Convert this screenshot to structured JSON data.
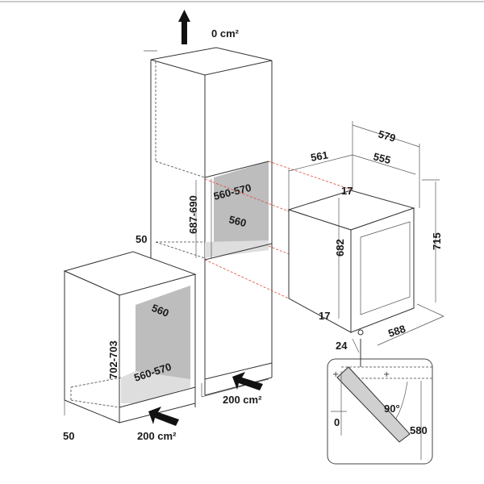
{
  "diagram": {
    "top_vent": "0 cm²",
    "tall_cabinet": {
      "niche_height": "687-690",
      "niche_depth": "560-570",
      "niche_width": "560",
      "side_gap": "50"
    },
    "base_cabinet": {
      "niche_width": "560",
      "niche_depth": "560-570",
      "niche_height": "702-703",
      "plinth_gap": "50",
      "bottom_vent": "200 cm²"
    },
    "tall_bottom_vent": "200 cm²",
    "appliance": {
      "total_depth": "579",
      "width": "561",
      "body_depth": "555",
      "total_height": "715",
      "body_height": "682",
      "top_gap": "17",
      "bottom_gap": "17",
      "door_open_depth": "588",
      "door_thickness": "24"
    },
    "door_detail": {
      "angle": "90°",
      "clearance": "580",
      "offset": "0"
    }
  }
}
